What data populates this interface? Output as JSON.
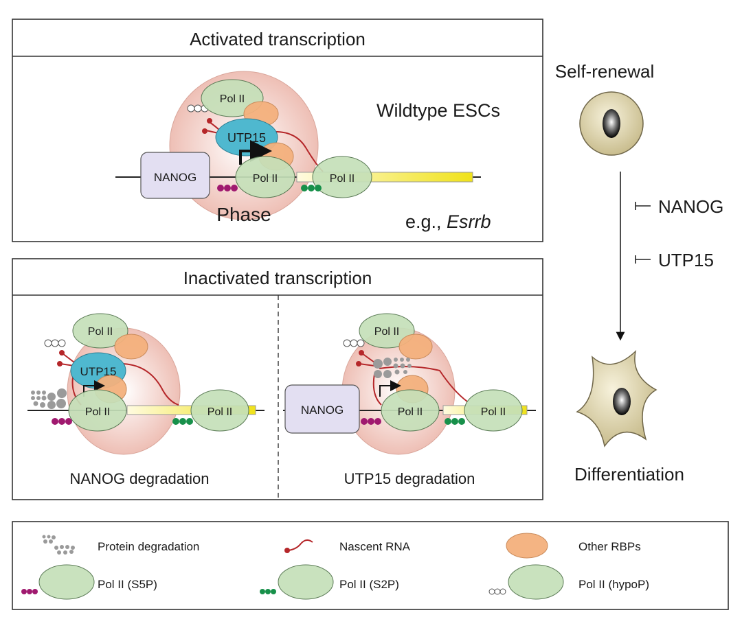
{
  "top_panel": {
    "title": "Activated transcription",
    "condition": "Wildtype ESCs",
    "example_prefix": "e.g., ",
    "example_gene": "Esrrb",
    "phase_label": "Phase",
    "nanog_label": "NANOG",
    "utp15_label": "UTP15",
    "pol_label": "Pol II"
  },
  "bottom_panel": {
    "title": "Inactivated transcription",
    "left_caption": "NANOG degradation",
    "right_caption": "UTP15 degradation",
    "nanog_label": "NANOG",
    "utp15_label": "UTP15",
    "pol_label": "Pol II"
  },
  "fate": {
    "top_label": "Self-renewal",
    "bottom_label": "Differentiation",
    "inhibitors": [
      "NANOG",
      "UTP15"
    ]
  },
  "legend": {
    "items": [
      {
        "icon": "protein-degradation-icon",
        "label": "Protein degradation"
      },
      {
        "icon": "nascent-rna-icon",
        "label": "Nascent RNA"
      },
      {
        "icon": "other-rbps-icon",
        "label": "Other RBPs"
      },
      {
        "icon": "pol-ii-s5p-icon",
        "label": "Pol II (S5P)"
      },
      {
        "icon": "pol-ii-s2p-icon",
        "label": "Pol II (S2P)"
      },
      {
        "icon": "pol-ii-hypop-icon",
        "label": "Pol II (hypoP)"
      }
    ]
  },
  "colors": {
    "pol_ii": "#c4e0b9",
    "utp15": "#4fb8cf",
    "other_rbps": "#f3b07c",
    "nanog": "#e3dff2",
    "s5p": "#a0196f",
    "s2p": "#17904a",
    "rna": "#b5272a",
    "gene_body": "#f2e52a"
  }
}
